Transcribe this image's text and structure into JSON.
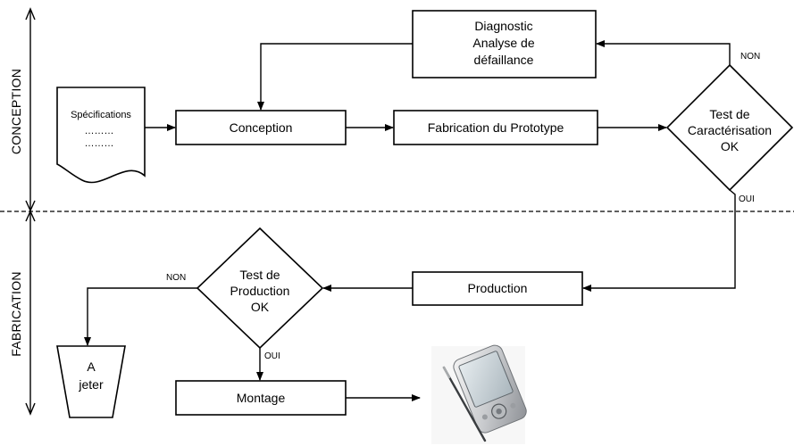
{
  "phases": {
    "top": "CONCEPTION",
    "bottom": "FABRICATION"
  },
  "spec_doc": {
    "title": "Spécifications",
    "line1": "………",
    "line2": "………"
  },
  "nodes": {
    "conception": "Conception",
    "prototype": "Fabrication du Prototype",
    "diagnostic": [
      "Diagnostic",
      "Analyse de",
      "défaillance"
    ],
    "test_caracterisation": [
      "Test de",
      "Caractérisation",
      "OK"
    ],
    "production": "Production",
    "test_production": [
      "Test de",
      "Production",
      "OK"
    ],
    "jeter": [
      "A",
      "jeter"
    ],
    "montage": "Montage"
  },
  "edge_labels": {
    "test1_no": "NON",
    "test1_yes": "OUI",
    "test2_no": "NON",
    "test2_yes": "OUI"
  },
  "device_image": "pda-device"
}
